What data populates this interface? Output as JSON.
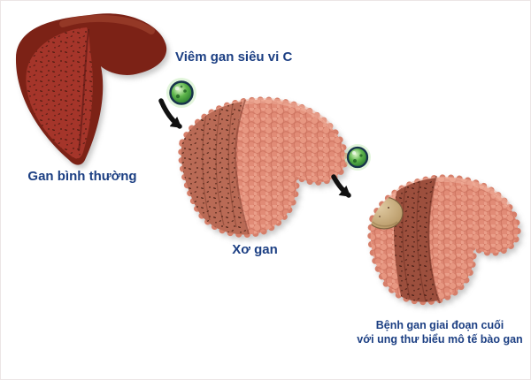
{
  "page": {
    "background": "#ffffff",
    "border_color": "#ece5e5",
    "type": "disease-progression-illustration"
  },
  "labels": {
    "hepatitis_virus": "Viêm gan siêu vi C",
    "normal_liver": "Gan bình thường",
    "cirrhosis": "Xơ gan",
    "end_stage_line1": "Bệnh gan giai đoạn cuối",
    "end_stage_line2": "với ung thư biểu mô tế bào gan"
  },
  "colors": {
    "label_text": "#1c3f83",
    "normal_liver": "#7c2317",
    "normal_liver_cut": "#a5342a",
    "cirrhotic_liver": "#dd8672",
    "cirrhotic_liver_cut": "#b96a55",
    "tumor": "#c7ab7d",
    "virus_green": "#4f9e3f",
    "arrow": "#111111"
  }
}
